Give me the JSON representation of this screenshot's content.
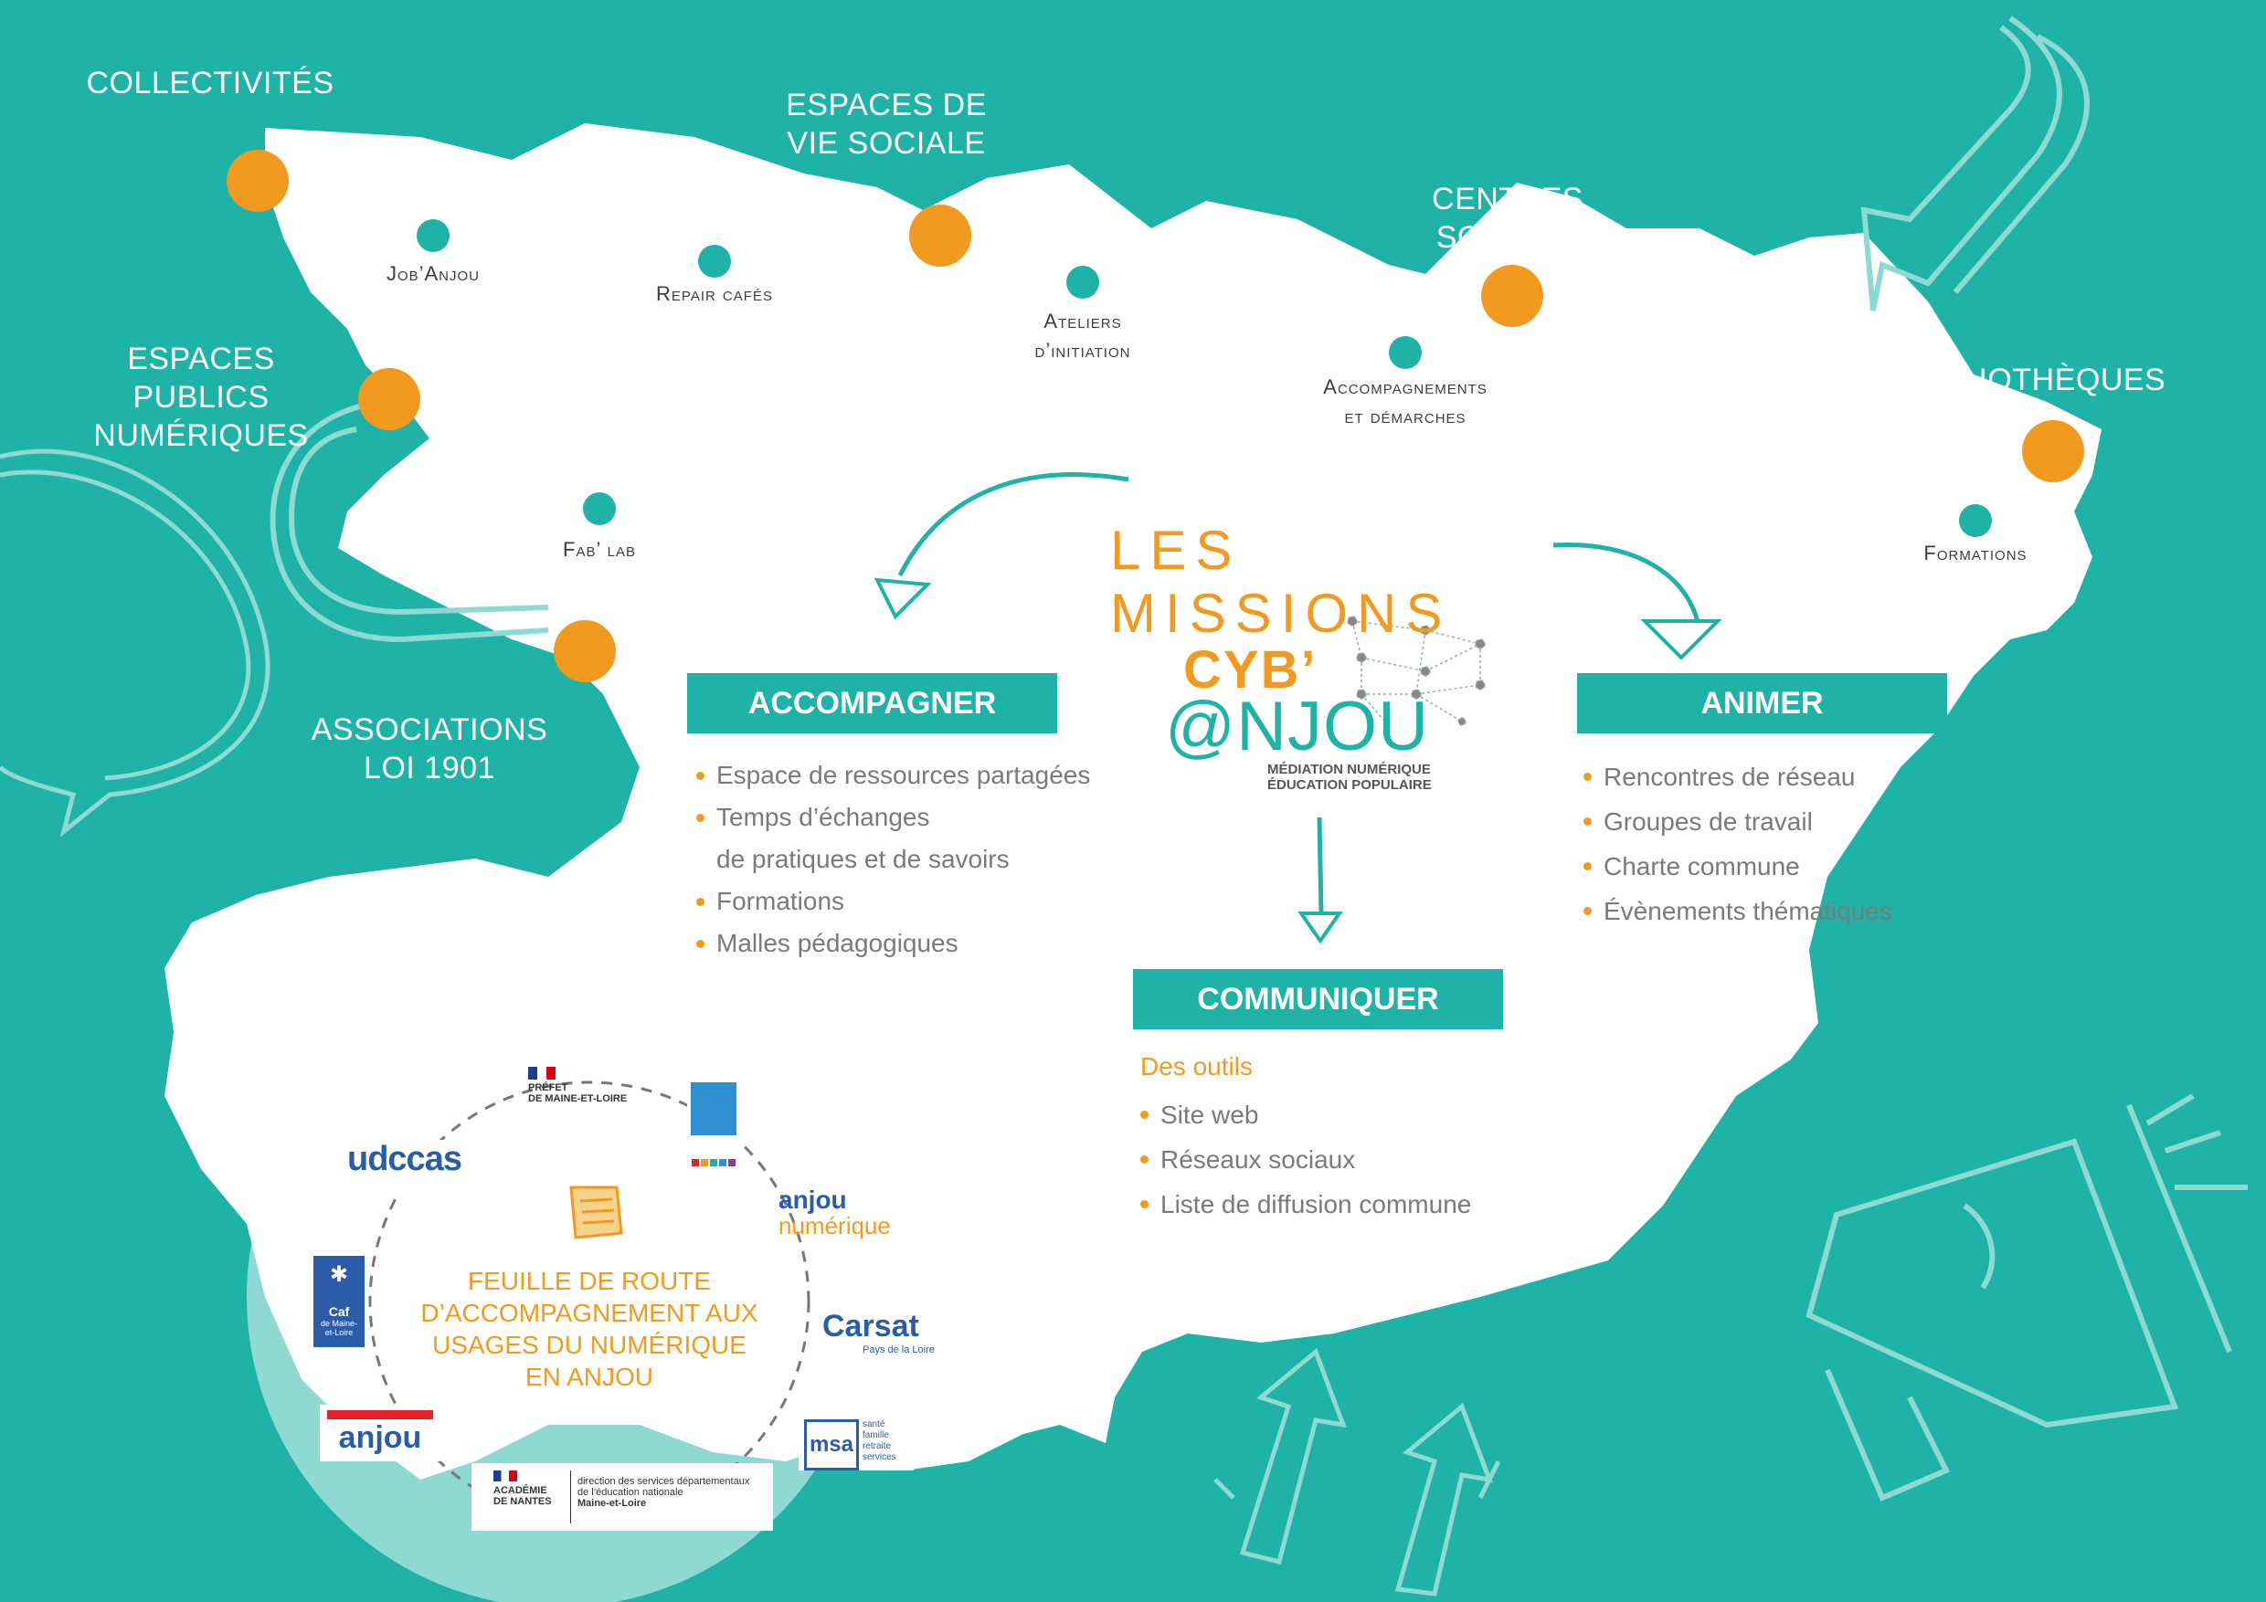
{
  "colors": {
    "teal": "#1fb3a7",
    "orange": "#f29a1f",
    "white": "#ffffff",
    "text_grey": "#7a7a7a",
    "light_teal": "#8fd9d3"
  },
  "sectors": {
    "collectivites": "COLLECTIVITÉS",
    "espaces_vie_sociale": [
      "ESPACES DE",
      "VIE SOCIALE"
    ],
    "centres_sociaux": [
      "CENTRES",
      "SOCIAUX"
    ],
    "bibliotheques": "BIBLIOTHÈQUES",
    "espaces_publics_numeriques": [
      "ESPACES",
      "PUBLICS",
      "NUMÉRIQUES"
    ],
    "associations": [
      "ASSOCIATIONS",
      "LOI 1901"
    ]
  },
  "places": {
    "job_anjou": "Job’Anjou",
    "repair_cafes": "Repair cafés",
    "ateliers": [
      "Ateliers",
      "d’initiation"
    ],
    "accompagnements": [
      "Accompagnements",
      "et démarches"
    ],
    "fab_lab": "Fab’ lab",
    "formations": "Formations"
  },
  "missions_title": "LES MISSIONS",
  "logo": {
    "line1": "CYB’",
    "line2": "@NJOU",
    "tag1": "MÉDIATION NUMÉRIQUE",
    "tag2": "ÉDUCATION POPULAIRE"
  },
  "accompagner": {
    "title": "ACCOMPAGNER",
    "items": [
      "Espace de ressources partagées",
      "Temps d’échanges",
      "Formations",
      "Malles pédagogiques"
    ],
    "item1_cont": "de pratiques et de savoirs"
  },
  "animer": {
    "title": "ANIMER",
    "items": [
      "Rencontres de réseau",
      "Groupes de travail",
      "Charte commune",
      "Évènements thématiques"
    ]
  },
  "communiquer": {
    "title": "COMMUNIQUER",
    "subhead": "Des outils",
    "items": [
      "Site web",
      "Réseaux sociaux",
      "Liste de diffusion commune"
    ]
  },
  "roadmap": [
    "FEUILLE DE ROUTE",
    "D’ACCOMPAGNEMENT AUX",
    "USAGES DU NUMÉRIQUE",
    "EN ANJOU"
  ],
  "partners": {
    "prefet": [
      "PRÉFET",
      "DE MAINE-ET-LOIRE"
    ],
    "udccas": "udccas",
    "anjou_numerique": [
      "anjou",
      "numérique"
    ],
    "carsat": "Carsat",
    "carsat_sub": "Pays de la Loire",
    "msa": "msa",
    "msa_side": [
      "santé",
      "famille",
      "retraite",
      "services"
    ],
    "caf": [
      "Caf",
      "de Maine-",
      "et-Loire"
    ],
    "anjou": "anjou",
    "academie": [
      "ACADÉMIE",
      "DE NANTES"
    ],
    "academie_side": [
      "direction des services départementaux",
      "de l’éducation nationale",
      "Maine-et-Loire"
    ]
  }
}
